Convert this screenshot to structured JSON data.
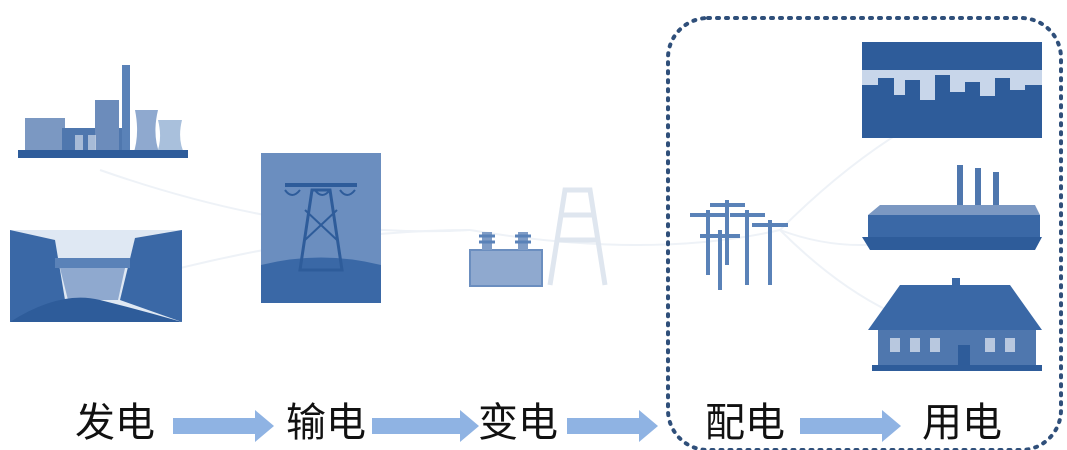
{
  "stages": [
    {
      "key": "generation",
      "label": "发电"
    },
    {
      "key": "transmission",
      "label": "输电"
    },
    {
      "key": "transformation",
      "label": "变电"
    },
    {
      "key": "distribution",
      "label": "配电"
    },
    {
      "key": "consumption",
      "label": "用电"
    }
  ],
  "colors": {
    "primary": "#2e5c9a",
    "mid": "#5a82b8",
    "light": "#a9c0dc",
    "arrow": "#8fb3e3",
    "dotted_border": "#2f4f7a"
  },
  "icons": [
    "power-plant-icon",
    "hydro-dam-icon",
    "transmission-tower-icon",
    "transformer-icon",
    "distribution-poles-icon",
    "city-skyline-icon",
    "factory-icon",
    "house-icon"
  ]
}
